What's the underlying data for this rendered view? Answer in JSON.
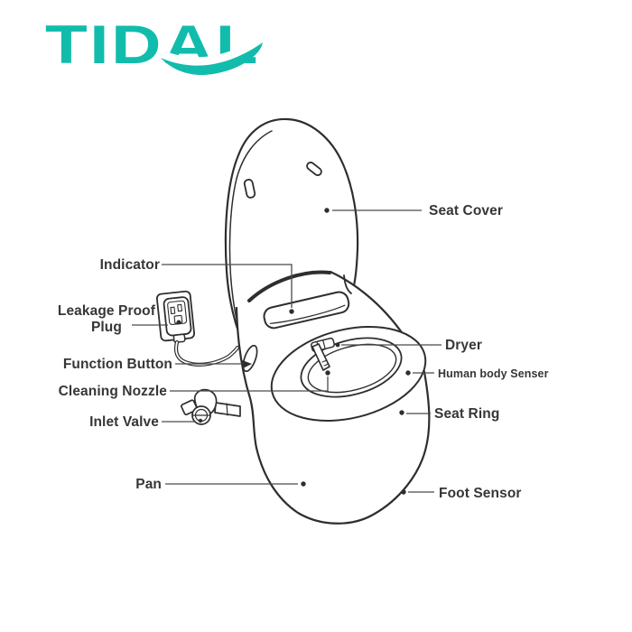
{
  "brand": {
    "name": "TIDAL",
    "color": "#12BCAC"
  },
  "diagram": {
    "ink_color": "#2E2E2E",
    "leader_color": "#4A4A4A",
    "label_color": "#363636",
    "labels": {
      "indicator": "Indicator",
      "leakage_line1": "Leakage Proof",
      "leakage_line2": "Plug",
      "function_button": "Function Button",
      "cleaning_nozzle": "Cleaning Nozzle",
      "inlet_valve": "Inlet Valve",
      "pan": "Pan",
      "seat_cover": "Seat Cover",
      "dryer": "Dryer",
      "human_body_senser": "Human body Senser",
      "seat_ring": "Seat Ring",
      "foot_sensor": "Foot Sensor"
    }
  }
}
